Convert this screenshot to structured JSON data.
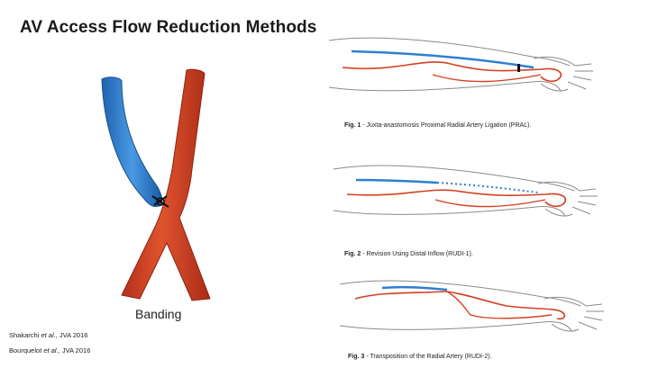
{
  "slide": {
    "title": "AV Access Flow Reduction Methods",
    "banding": {
      "label": "Banding"
    },
    "references": [
      {
        "author": "Shakarchi",
        "etal": "et al.,",
        "journal": "JVA 2016"
      },
      {
        "author": "Bourquelot",
        "etal": "et al.,",
        "journal": "JVA 2016"
      }
    ],
    "figures": [
      {
        "label": "Fig. 1",
        "caption": "- Juxta-anastomosis Proximal Radial Artery Ligation (PRAL)."
      },
      {
        "label": "Fig. 2",
        "caption": "- Revision Using Distal Inflow (RUDI-1)."
      },
      {
        "label": "Fig. 3",
        "caption": "- Transposition of the Radial Artery (RUDI-2)."
      }
    ],
    "colors": {
      "artery": "#d4401f",
      "vein": "#2f7fcf",
      "outline": "#8a8a8a"
    }
  }
}
